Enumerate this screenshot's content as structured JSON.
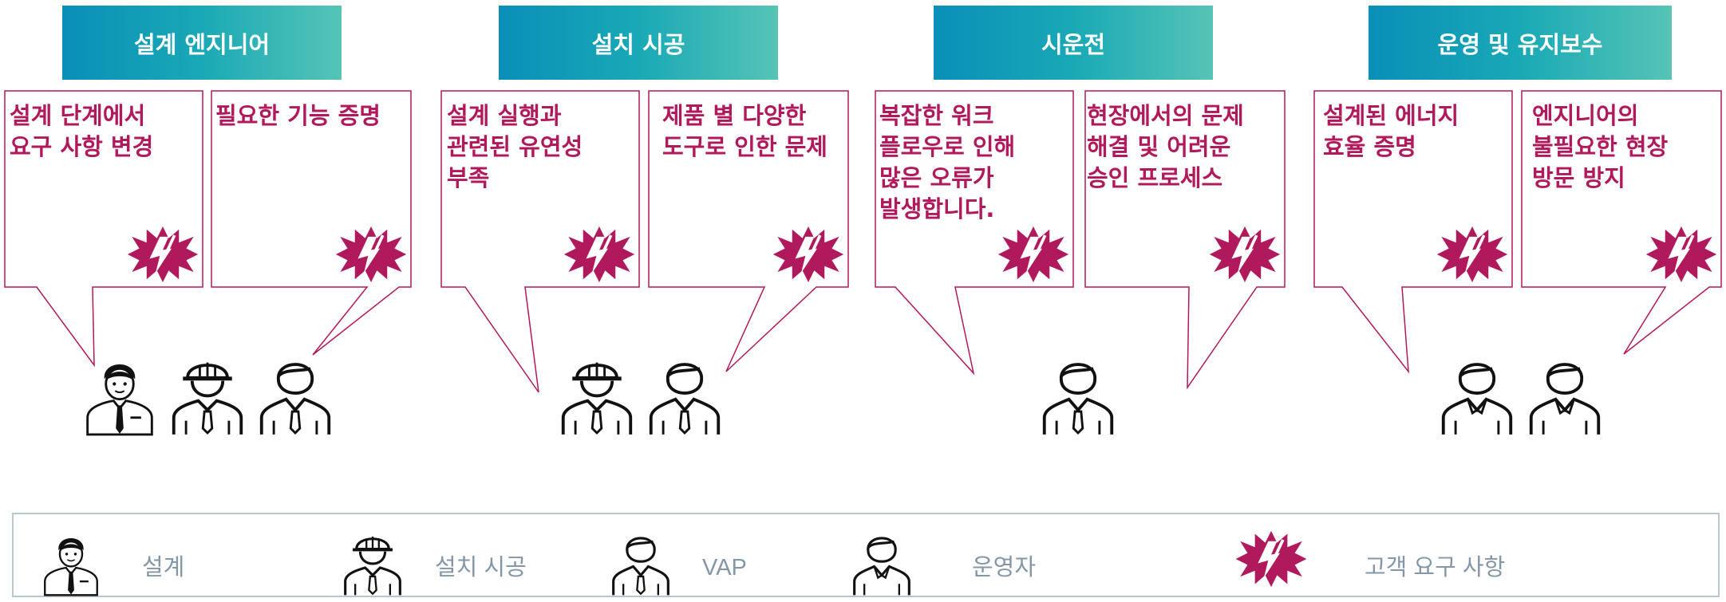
{
  "phases": [
    {
      "title": "설계 엔지니어",
      "bubbles": [
        "설계 단계에서\n요구 사항 변경",
        "필요한 기능 증명"
      ],
      "people": [
        "designer-icon",
        "installer-icon",
        "vap-icon"
      ]
    },
    {
      "title": "설치 시공",
      "bubbles": [
        "설계 실행과\n관련된 유연성\n부족",
        "제품 별 다양한\n도구로 인한 문제"
      ],
      "people": [
        "installer-icon",
        "vap-icon"
      ]
    },
    {
      "title": "시운전",
      "bubbles": [
        "복잡한 워크\n플로우로 인해\n많은 오류가\n발생합니다.",
        "현장에서의 문제\n해결 및 어려운\n승인 프로세스"
      ],
      "people": [
        "vap-icon"
      ]
    },
    {
      "title": "운영 및 유지보수",
      "bubbles": [
        "설계된 에너지\n효율 증명",
        "엔지니어의\n불필요한 현장\n방문 방지"
      ],
      "people": [
        "operator-icon",
        "operator-icon"
      ]
    }
  ],
  "legend": [
    {
      "icon": "designer-icon",
      "label": "설계"
    },
    {
      "icon": "installer-icon",
      "label": "설치 시공"
    },
    {
      "icon": "vap-icon",
      "label": "VAP"
    },
    {
      "icon": "operator-icon",
      "label": "운영자"
    },
    {
      "icon": "customer-requirement-icon",
      "label": "고객 요구 사항"
    }
  ],
  "colors": {
    "banner_gradient": [
      "#0a8fb8",
      "#56c4b6"
    ],
    "bubble_border": "#b0195c",
    "bubble_text": "#b0195c",
    "starburst": "#b0195c",
    "legend_text": "#8497a8",
    "legend_border": "#b8c6d2"
  }
}
